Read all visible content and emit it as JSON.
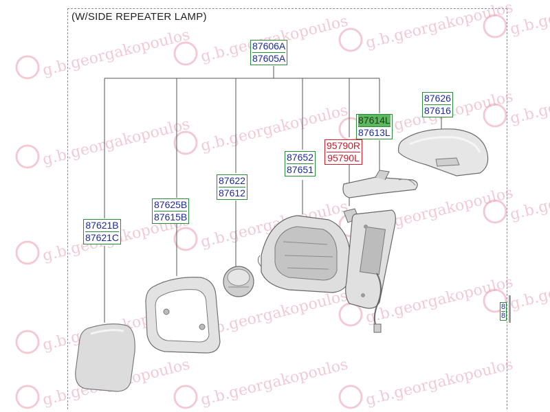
{
  "title": "(W/SIDE REPEATER LAMP)",
  "watermark": "g.b.georgakopoulos",
  "callouts": [
    {
      "id": "mirror-assembly",
      "lines": [
        "87606A",
        "87605A"
      ],
      "style": "normal"
    },
    {
      "id": "cover-cap",
      "lines": [
        "87626",
        "87616"
      ],
      "style": "normal"
    },
    {
      "id": "repeater-lamp",
      "lines": [
        "87614L",
        "87613L"
      ],
      "style": "highlight"
    },
    {
      "id": "sensor",
      "lines": [
        "95790R",
        "95790L"
      ],
      "style": "red"
    },
    {
      "id": "housing",
      "lines": [
        "87652",
        "87651"
      ],
      "style": "normal"
    },
    {
      "id": "actuator",
      "lines": [
        "87622",
        "87612"
      ],
      "style": "normal"
    },
    {
      "id": "mirror-frame",
      "lines": [
        "87625B",
        "87615B"
      ],
      "style": "normal"
    },
    {
      "id": "mirror-glass",
      "lines": [
        "87621B",
        "87621C"
      ],
      "style": "normal"
    },
    {
      "id": "side-label",
      "lines": [
        "8",
        "8"
      ],
      "style": "normal"
    }
  ],
  "colors": {
    "callout_border": "#2a8a3c",
    "callout_text": "#1a2a9a",
    "red": "#d01f2f",
    "highlight": "#5cb85c",
    "watermark": "#e8a0b0"
  }
}
